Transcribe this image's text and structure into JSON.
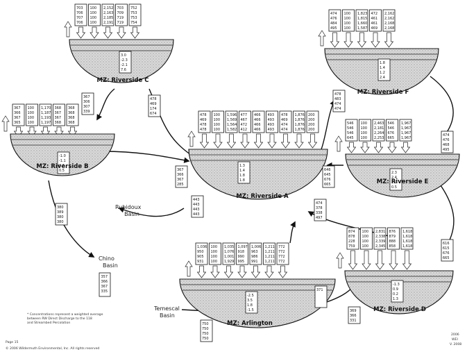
{
  "zones": [
    {
      "id": "riverside-c",
      "label": "MZ: Riverside C",
      "inner": [
        "3.0",
        "-2.3",
        "-2.1",
        "7.6"
      ],
      "top_cols": [
        [
          "703",
          "706",
          "707",
          "706"
        ],
        [
          "100",
          "100",
          "100",
          "100"
        ],
        [
          "2,152",
          "2,163",
          "2,185",
          "2,191"
        ],
        [
          "703",
          "709",
          "719",
          "719"
        ],
        [
          "752",
          "753",
          "753",
          "754"
        ]
      ],
      "side_left": [
        "367",
        "306",
        "307",
        "339"
      ],
      "side_right": [
        "478",
        "469",
        "174",
        "674"
      ]
    },
    {
      "id": "riverside-f",
      "label": "MZ: Riverside F",
      "inner": [
        "1.8",
        "1.4",
        "1.2",
        "2.4"
      ],
      "top_cols": [
        [
          "474",
          "476",
          "484",
          "495"
        ],
        [
          "100",
          "100",
          "100",
          "100"
        ],
        [
          "1,823",
          "1,815",
          "1,660",
          "1,587"
        ],
        [
          "472",
          "461",
          "461",
          "469"
        ],
        [
          "2,162",
          "2,162",
          "2,168",
          "2,168"
        ]
      ],
      "side_left": [
        "478",
        "483",
        "474",
        "474"
      ]
    },
    {
      "id": "riverside-b",
      "label": "MZ: Riverside B",
      "inner": [
        "-1.0",
        "-1.1",
        "0.2",
        "0.5"
      ],
      "top_cols": [
        [
          "367",
          "366",
          "367",
          "365"
        ],
        [
          "100",
          "100",
          "100",
          "100"
        ],
        [
          "1,170",
          "1,187",
          "1,193",
          "1,197"
        ],
        [
          "368",
          "367",
          "367",
          "368"
        ],
        [
          "368",
          "368",
          "368",
          "368"
        ]
      ],
      "side_bottom": [
        "380",
        "389",
        "380",
        "380"
      ]
    },
    {
      "id": "riverside-a",
      "label": "MZ: Riverside A",
      "inner": [
        "1.3",
        "1.4",
        "1.8",
        "1.8"
      ],
      "top_cols": [
        [
          "478",
          "469",
          "478",
          "478"
        ],
        [
          "100",
          "100",
          "100",
          "100"
        ],
        [
          "1,596",
          "1,569",
          "1,564",
          "1,582"
        ],
        [
          "477",
          "467",
          "472",
          "412"
        ],
        [
          "466",
          "466",
          "466",
          "466"
        ],
        [
          "493",
          "493",
          "493",
          "493"
        ],
        [
          "478",
          "469",
          "474",
          "474"
        ],
        [
          "1,876",
          "1,876",
          "1,876",
          "1,876"
        ],
        [
          "200",
          "200",
          "200",
          "200"
        ]
      ],
      "side_left": [
        "367",
        "366",
        "367",
        "285"
      ],
      "side_bottom": [
        "443",
        "443",
        "443",
        "443"
      ],
      "side_right": [
        "474",
        "378",
        "338",
        "497"
      ]
    },
    {
      "id": "riverside-e",
      "label": "MZ: Riverside E",
      "inner": [
        "2.3",
        "2.4",
        "2.0",
        "0.5"
      ],
      "top_cols": [
        [
          "546",
          "546",
          "546",
          "645"
        ],
        [
          "100",
          "100",
          "100",
          "100"
        ],
        [
          "2,463",
          "2,181",
          "2,264",
          "2,253"
        ],
        [
          "546",
          "546",
          "676",
          "665"
        ],
        [
          "1,967",
          "1,967",
          "1,967",
          "1,967"
        ]
      ],
      "side_left": [
        "646",
        "645",
        "676",
        "665"
      ],
      "side_right": [
        "474",
        "476",
        "468",
        "495"
      ]
    },
    {
      "id": "riverside-d",
      "label": "MZ: Riverside D",
      "inner": [
        "-1.3",
        "0.9",
        "0.2",
        "1.3"
      ],
      "top_cols": [
        [
          "874",
          "878",
          "228",
          "759"
        ],
        [
          "100",
          "100",
          "100",
          "100"
        ],
        [
          "2,831",
          "2,338",
          "2,339",
          "2,345"
        ],
        [
          "876",
          "879",
          "888",
          "858"
        ],
        [
          "1,618",
          "1,618",
          "1,618",
          "1,618"
        ]
      ],
      "side_right": [
        "616",
        "615",
        "676",
        "665"
      ],
      "side_bottom": [
        "369",
        "366",
        "331"
      ]
    },
    {
      "id": "arlington",
      "label": "MZ: Arlington",
      "inner": [
        "-2.5",
        "3.5",
        "1.8",
        "-1.5"
      ],
      "top_cols": [
        [
          "1,036",
          "950",
          "905",
          "931"
        ],
        [
          "100",
          "100",
          "100",
          "100"
        ],
        [
          "1,035",
          "1,076",
          "1,001",
          "1,929"
        ],
        [
          "1,097",
          "918",
          "990",
          "995"
        ],
        [
          "1,006",
          "963",
          "986",
          "991"
        ],
        [
          "1,211",
          "1,211",
          "1,211",
          "1,211"
        ],
        [
          "772",
          "772",
          "772",
          "772"
        ]
      ],
      "side_bottom": [
        "750",
        "750",
        "750",
        "750"
      ],
      "side_right": [
        "371",
        "",
        "",
        ""
      ]
    }
  ],
  "basins": {
    "rubidoux": "Rubidoux Basin",
    "chino": "Chino Basin",
    "temescal": "Temescal Basin",
    "chino_values": [
      "357",
      "366",
      "367",
      "335"
    ]
  },
  "footnote": {
    "line1": "* Concentrations represent a weighted average",
    "line2": "between RW Direct Discharge to the 118",
    "line3": "and Streambed Percolation"
  },
  "page_footer": {
    "left1": "Page 15",
    "left2": "© 2006 Wildermuth Environmental, Inc. All rights reserved",
    "right1": "2006",
    "right2": "WEI",
    "right3": "V. 2008"
  }
}
